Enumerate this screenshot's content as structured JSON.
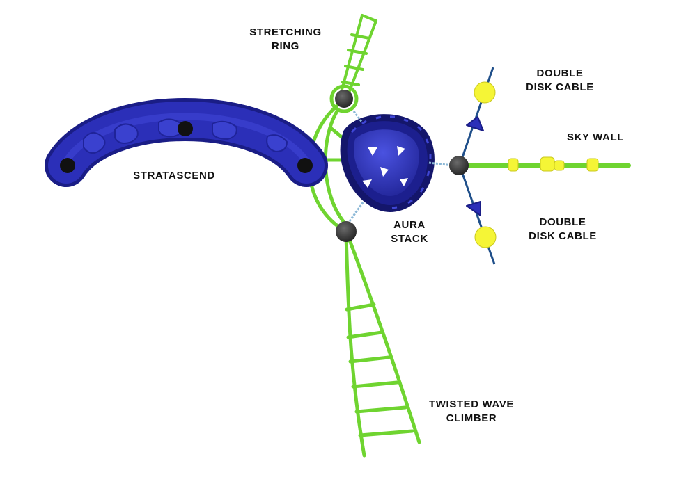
{
  "labels": {
    "stretching_ring": [
      "STRETCHING",
      "RING"
    ],
    "double_disk_cable_top": [
      "DOUBLE",
      "DISK CABLE"
    ],
    "sky_wall": [
      "SKY WALL"
    ],
    "stratascend": [
      "STRATASCEND"
    ],
    "aura_stack": [
      "AURA",
      "STACK"
    ],
    "double_disk_cable_bottom": [
      "DOUBLE",
      "DISK CABLE"
    ],
    "twisted_wave_climber": [
      "TWISTED WAVE",
      "CLIMBER"
    ]
  },
  "colors": {
    "green": "#7ddc3a",
    "green_light": "#b8f27a",
    "blue": "#2b2fb8",
    "blue_dark": "#1a1d86",
    "blue_light": "#3f46d6",
    "post": "#3a3a3a",
    "yellow": "#f5f536",
    "cable": "#1f4f8a",
    "text": "#111111"
  }
}
